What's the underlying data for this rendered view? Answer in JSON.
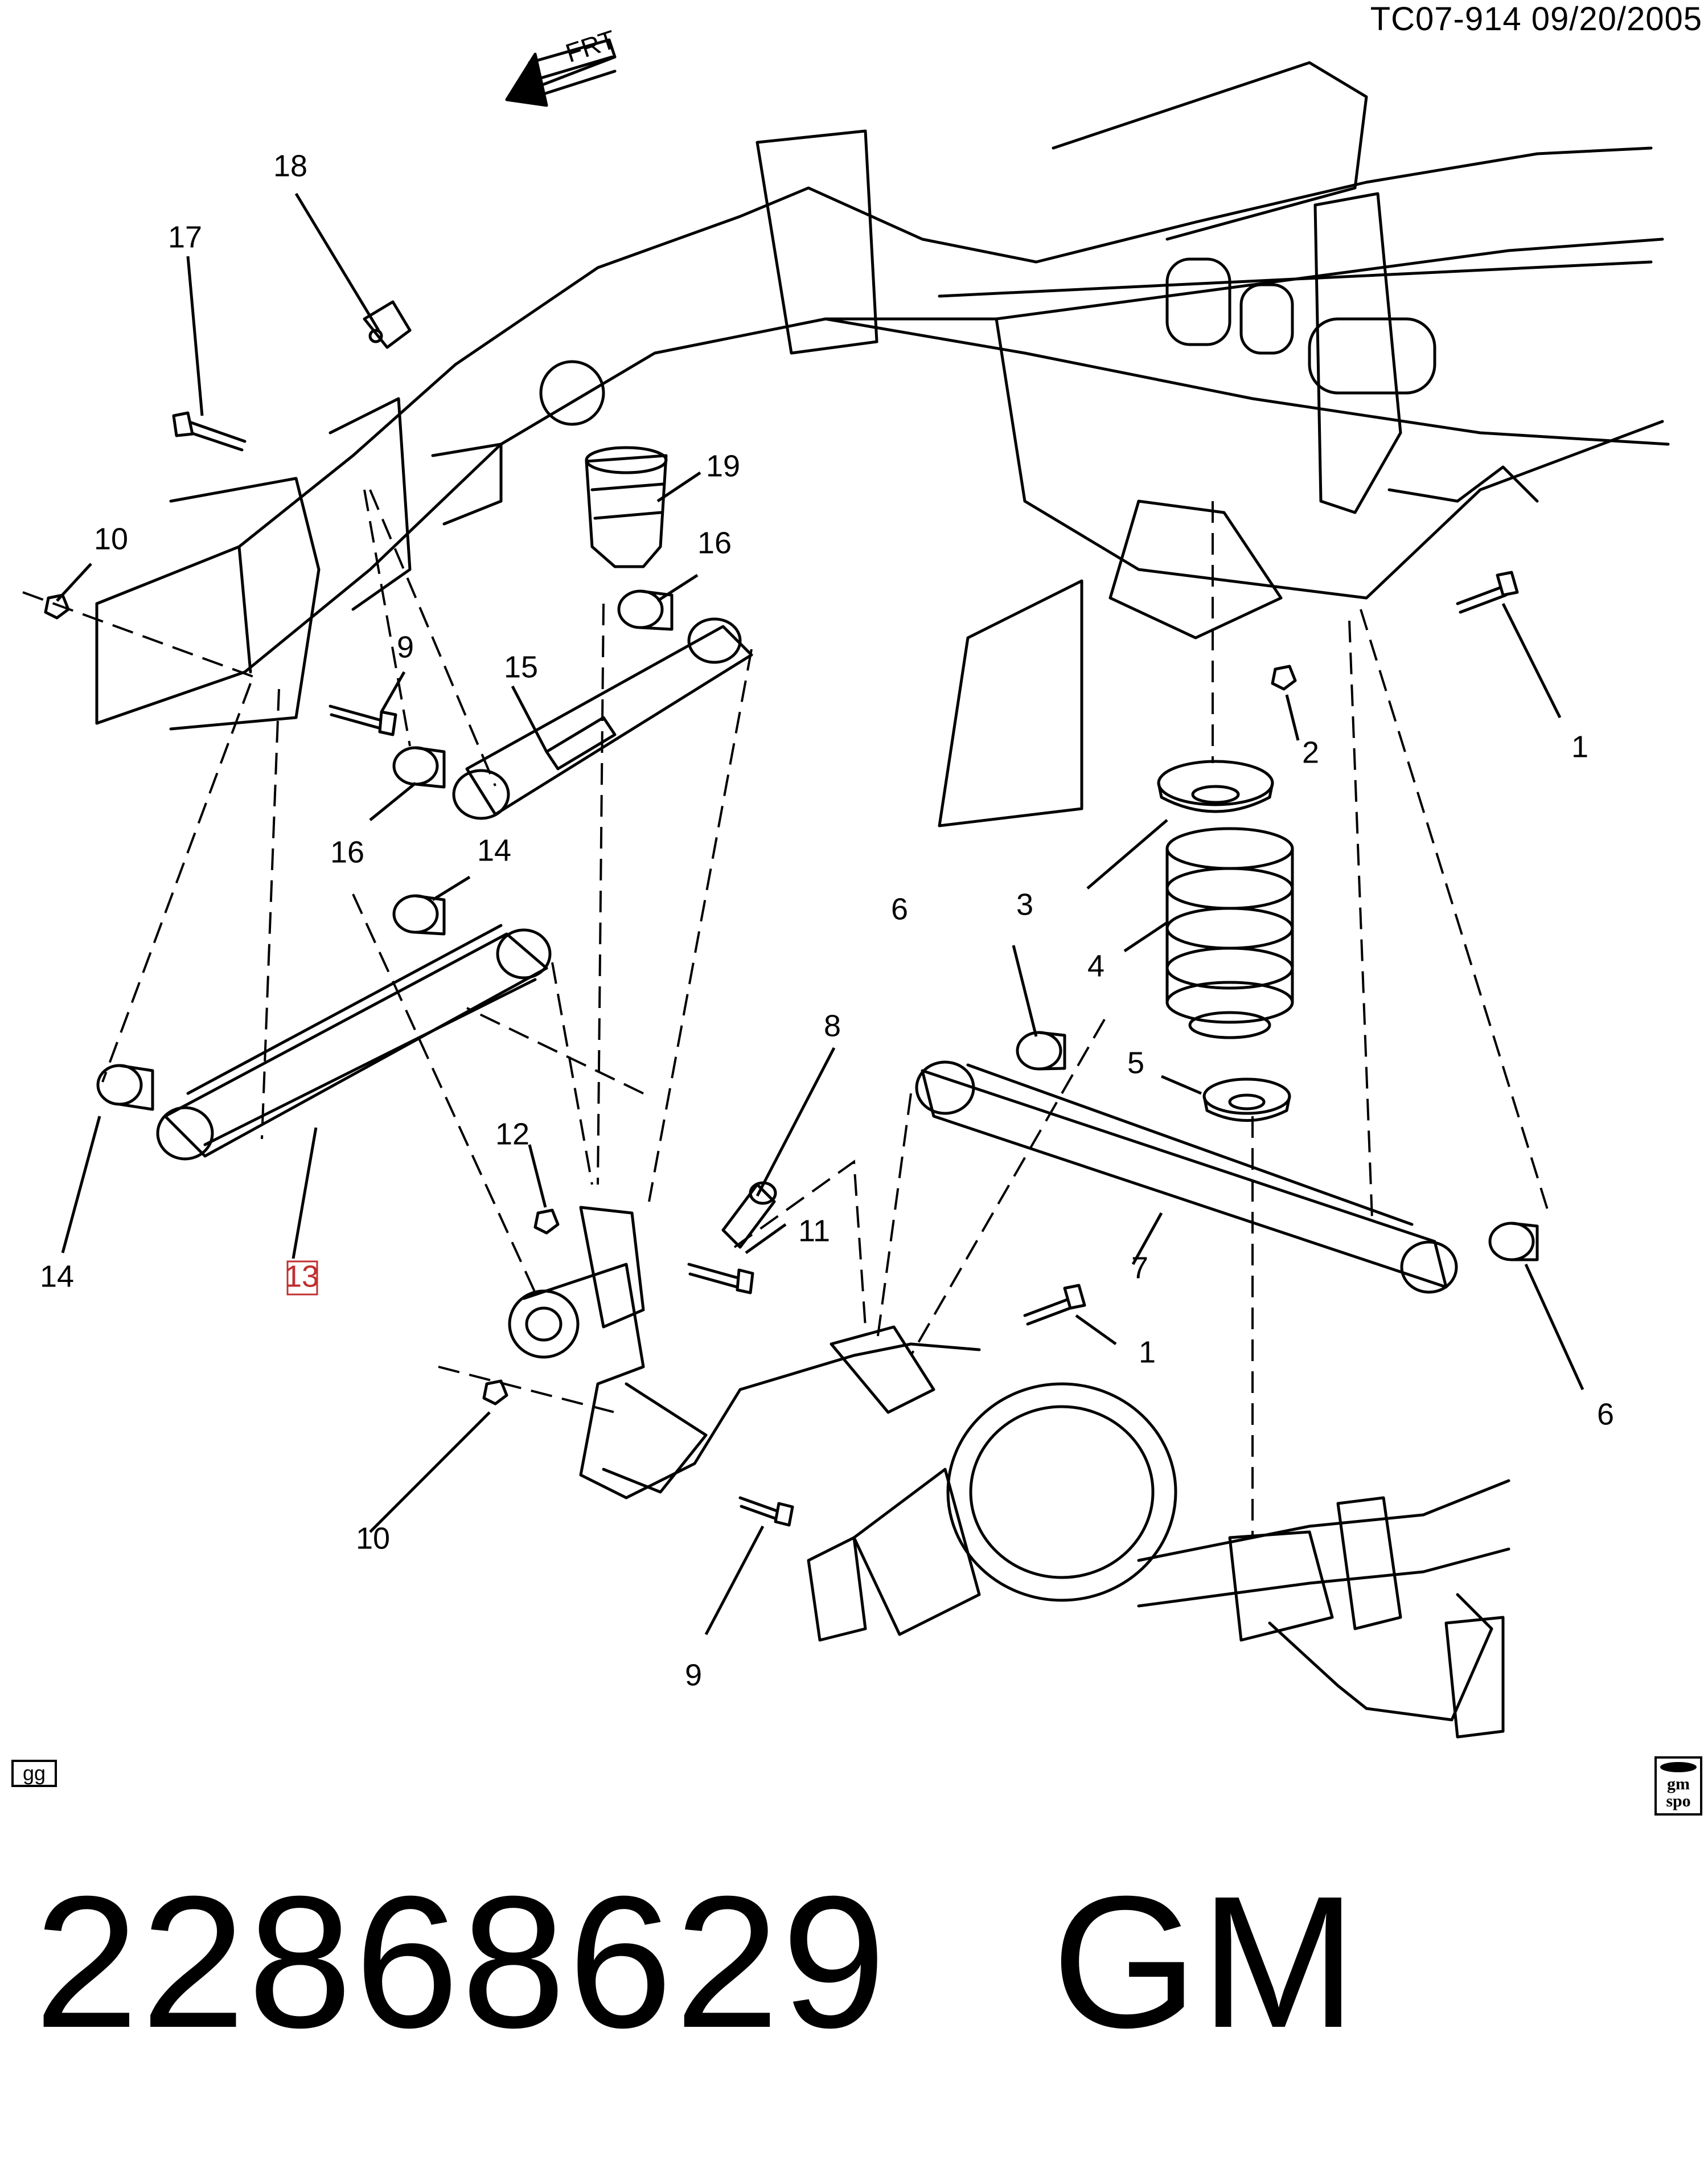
{
  "header": {
    "code": "TC07-914  09/20/2005"
  },
  "direction": {
    "label": "FRT"
  },
  "callouts": {
    "c1a": "1",
    "c1b": "1",
    "c2": "2",
    "c3": "3",
    "c4": "4",
    "c5": "5",
    "c6a": "6",
    "c6b": "6",
    "c7": "7",
    "c8": "8",
    "c9a": "9",
    "c9b": "9",
    "c10a": "10",
    "c10b": "10",
    "c11": "11",
    "c12": "12",
    "c13": "13",
    "c14a": "14",
    "c14b": "14",
    "c15": "15",
    "c16a": "16",
    "c16b": "16",
    "c17": "17",
    "c18": "18",
    "c19": "19"
  },
  "footer": {
    "gg_label": "gg",
    "gmspo_label": "gm spo",
    "part_number": "22868629   GM"
  }
}
